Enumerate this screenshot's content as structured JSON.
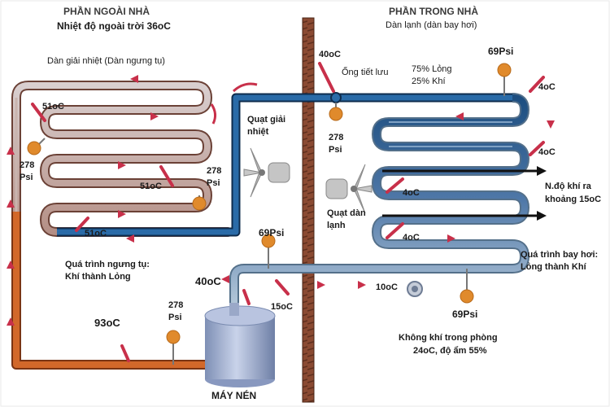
{
  "outdoor": {
    "heading": "PHẦN NGOÀI NHÀ",
    "subheading": "Nhiệt độ ngoài trời 36oC",
    "condenser": "Dàn giải nhiệt (Dàn ngưng tụ)",
    "fan": [
      "Quạt giải",
      "nhiệt"
    ],
    "process": [
      "Quá trình ngưng tụ:",
      "Khí thành Lỏng"
    ]
  },
  "indoor": {
    "heading": "PHẦN TRONG NHÀ",
    "subheading": "Dàn lạnh (dàn bay hơi)",
    "valve": "Ống tiết lưu",
    "mix": [
      "75% Lỏng",
      "25% Khí"
    ],
    "outlet": [
      "N.độ khí ra",
      "khoảng 15oC"
    ],
    "fan": [
      "Quạt dàn",
      "lạnh"
    ],
    "process": [
      "Quá trình bay hơi:",
      "Lỏng thành Khí"
    ],
    "room": [
      "Không khí trong phòng",
      "24oC, độ ẩm 55%"
    ]
  },
  "compressor": "MÁY NÉN",
  "temperatures": {
    "cond_top": "51oC",
    "cond_mid": "51oC",
    "cond_bottom": "51oC",
    "liquid_line": "40oC",
    "valve_in": "40oC",
    "discharge": "93oC",
    "suction": "15oC",
    "evap_out": "10oC",
    "evap_1": "4oC",
    "evap_2": "4oC",
    "evap_3": "4oC",
    "evap_4": "4oC"
  },
  "pressures": {
    "cond_left": [
      "278",
      "Psi"
    ],
    "cond_right": [
      "278",
      "Psi"
    ],
    "discharge": [
      "278",
      "Psi"
    ],
    "valve": [
      "278",
      "Psi"
    ],
    "suction": "69Psi",
    "evap_top": "69Psi",
    "evap_bottom": "69Psi"
  },
  "colors": {
    "hot_pipe": "#9a4a2a",
    "discharge_pipe": "#c45a1e",
    "liquid_pipe": "#1d4e80",
    "cold_pipe": "#9fb8cc",
    "wall": "#8a4a32",
    "gauge": "#e08a2c",
    "arrow": "#c8304a"
  }
}
